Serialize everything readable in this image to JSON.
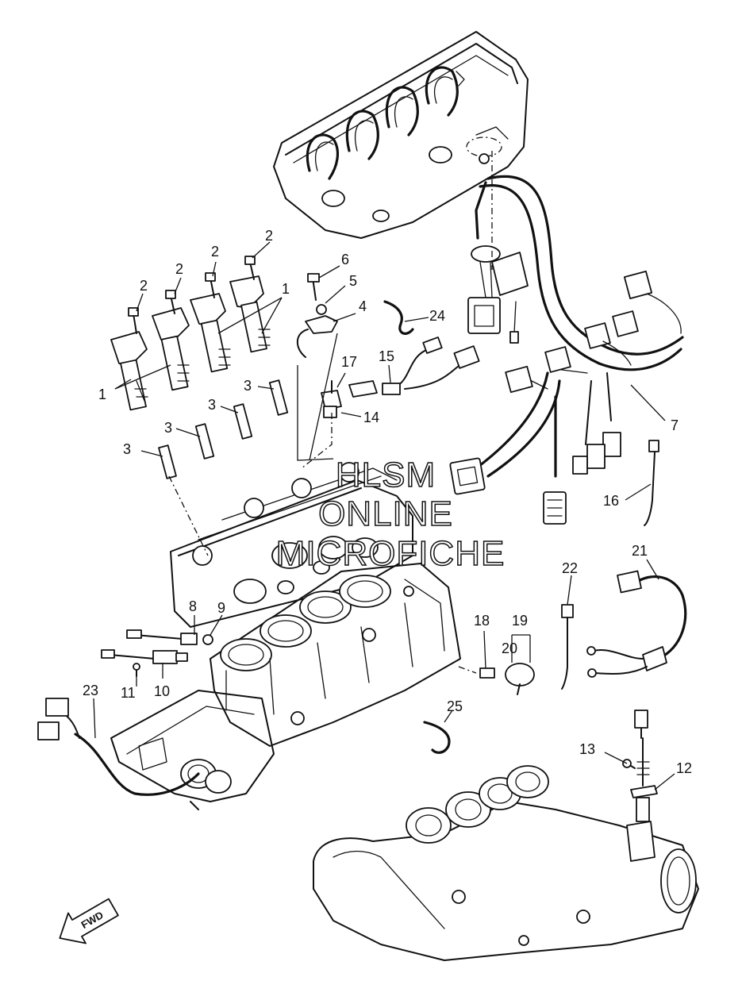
{
  "watermark": {
    "line1": "HLSM",
    "line2": "ONLINE",
    "line3": "MICROFICHE"
  },
  "direction_arrow": {
    "label": "FWD"
  },
  "callouts": {
    "c1a": "1",
    "c1b": "1",
    "c2a": "2",
    "c2b": "2",
    "c2c": "2",
    "c2d": "2",
    "c3a": "3",
    "c3b": "3",
    "c3c": "3",
    "c3d": "3",
    "c4": "4",
    "c5": "5",
    "c6": "6",
    "c7": "7",
    "c8": "8",
    "c9": "9",
    "c10": "10",
    "c11": "11",
    "c12": "12",
    "c13": "13",
    "c14": "14",
    "c15": "15",
    "c16": "16",
    "c17": "17",
    "c18": "18",
    "c19": "19",
    "c20": "20",
    "c21": "21",
    "c22": "22",
    "c23": "23",
    "c24": "24",
    "c25": "25"
  }
}
